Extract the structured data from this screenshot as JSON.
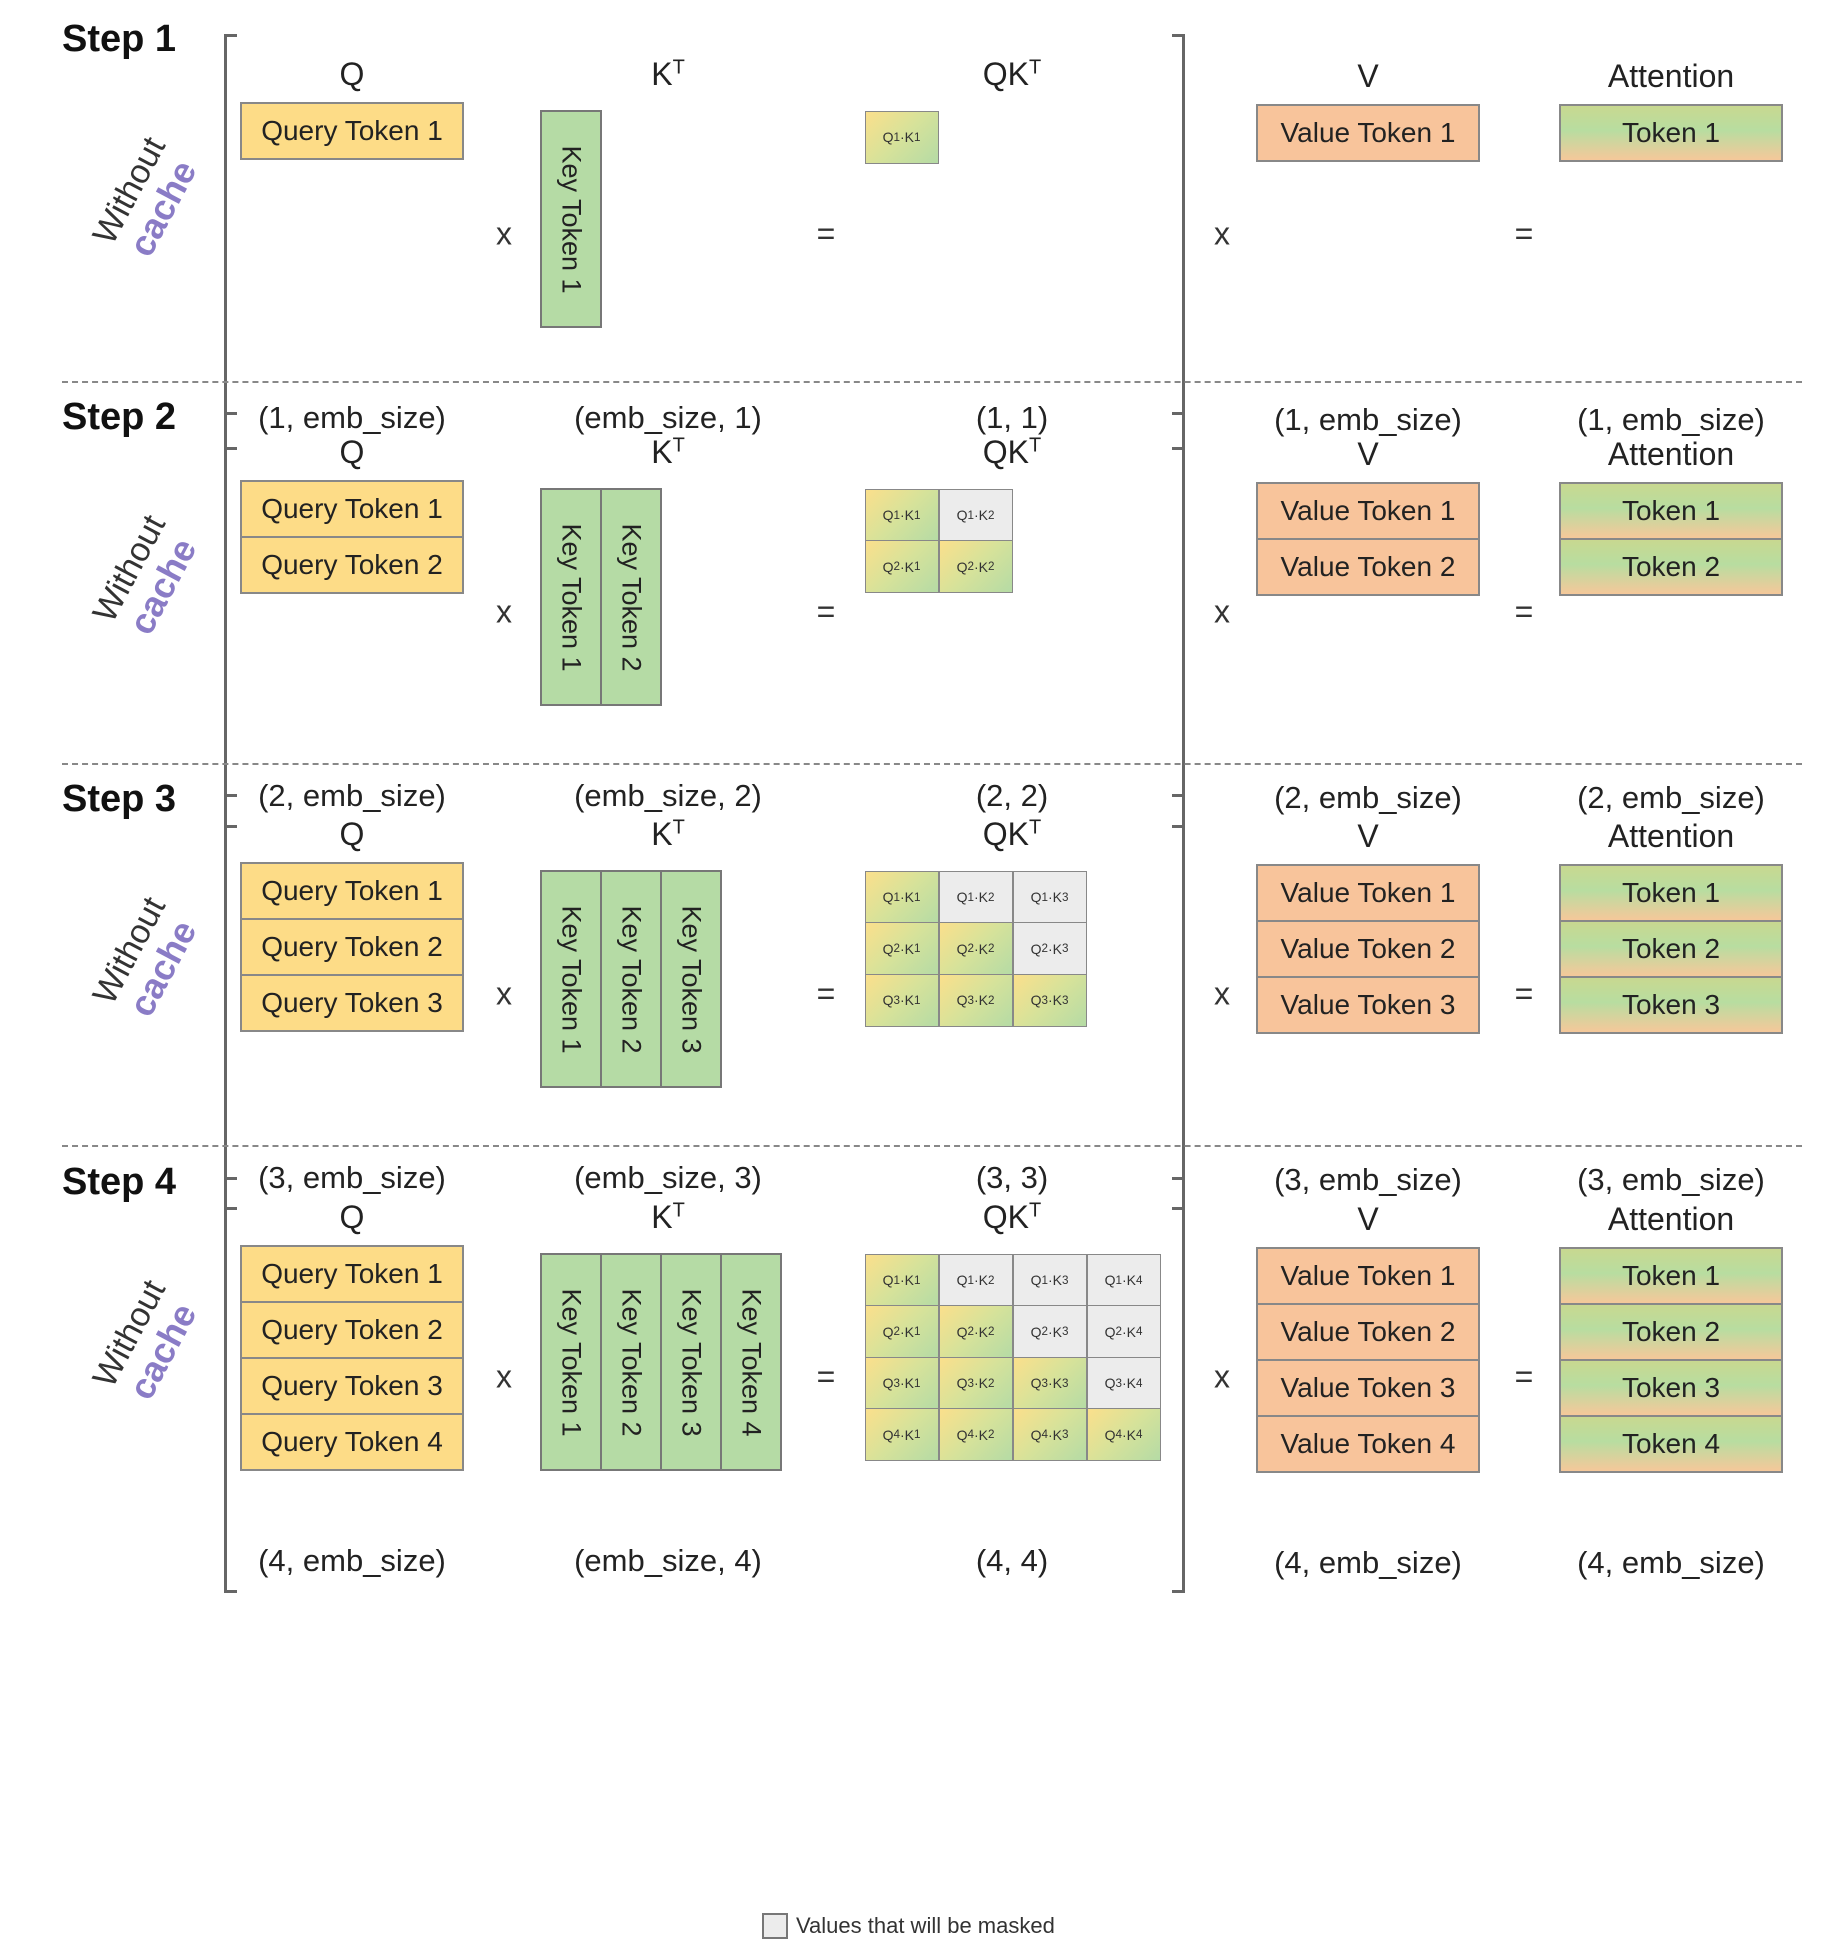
{
  "side_label": {
    "without": "Without",
    "cache": "cache"
  },
  "headers": {
    "q": "Q",
    "kt_base": "K",
    "kt_sup": "T",
    "qkt_base": "QK",
    "qkt_sup": "T",
    "v": "V",
    "attention": "Attention"
  },
  "operators": {
    "multiply": "x",
    "equals": "="
  },
  "legend": {
    "masked_label": "Values that will be masked"
  },
  "steps": [
    {
      "title": "Step 1",
      "query_tokens": [
        "Query Token 1"
      ],
      "key_tokens": [
        "Key Token 1"
      ],
      "value_tokens": [
        "Value Token 1"
      ],
      "attention_tokens": [
        "Token 1"
      ],
      "dims": {
        "q": "(1, emb_size)",
        "kt": "(emb_size, 1)",
        "qkt": "(1, 1)",
        "v": "(1, emb_size)",
        "attention": "(1, emb_size)"
      }
    },
    {
      "title": "Step 2",
      "query_tokens": [
        "Query Token 1",
        "Query Token 2"
      ],
      "key_tokens": [
        "Key Token 1",
        "Key Token 2"
      ],
      "value_tokens": [
        "Value Token 1",
        "Value Token 2"
      ],
      "attention_tokens": [
        "Token 1",
        "Token 2"
      ],
      "dims": {
        "q": "(2, emb_size)",
        "kt": "(emb_size, 2)",
        "qkt": "(2, 2)",
        "v": "(2, emb_size)",
        "attention": "(2, emb_size)"
      }
    },
    {
      "title": "Step 3",
      "query_tokens": [
        "Query Token 1",
        "Query Token 2",
        "Query Token 3"
      ],
      "key_tokens": [
        "Key Token 1",
        "Key Token 2",
        "Key Token 3"
      ],
      "value_tokens": [
        "Value Token 1",
        "Value Token 2",
        "Value Token 3"
      ],
      "attention_tokens": [
        "Token 1",
        "Token 2",
        "Token 3"
      ],
      "dims": {
        "q": "(3, emb_size)",
        "kt": "(emb_size, 3)",
        "qkt": "(3, 3)",
        "v": "(3, emb_size)",
        "attention": "(3, emb_size)"
      }
    },
    {
      "title": "Step 4",
      "query_tokens": [
        "Query Token 1",
        "Query Token 2",
        "Query Token 3",
        "Query Token 4"
      ],
      "key_tokens": [
        "Key Token 1",
        "Key Token 2",
        "Key Token 3",
        "Key Token 4"
      ],
      "value_tokens": [
        "Value Token 1",
        "Value Token 2",
        "Value Token 3",
        "Value Token 4"
      ],
      "attention_tokens": [
        "Token 1",
        "Token 2",
        "Token 3",
        "Token 4"
      ],
      "dims": {
        "q": "(4, emb_size)",
        "kt": "(emb_size, 4)",
        "qkt": "(4, 4)",
        "v": "(4, emb_size)",
        "attention": "(4, emb_size)"
      }
    }
  ],
  "colors": {
    "query": "#fddc87",
    "key": "#b5dba5",
    "value": "#f8c49b",
    "masked": "#ececec",
    "cache_text": "#8a7cc6"
  }
}
